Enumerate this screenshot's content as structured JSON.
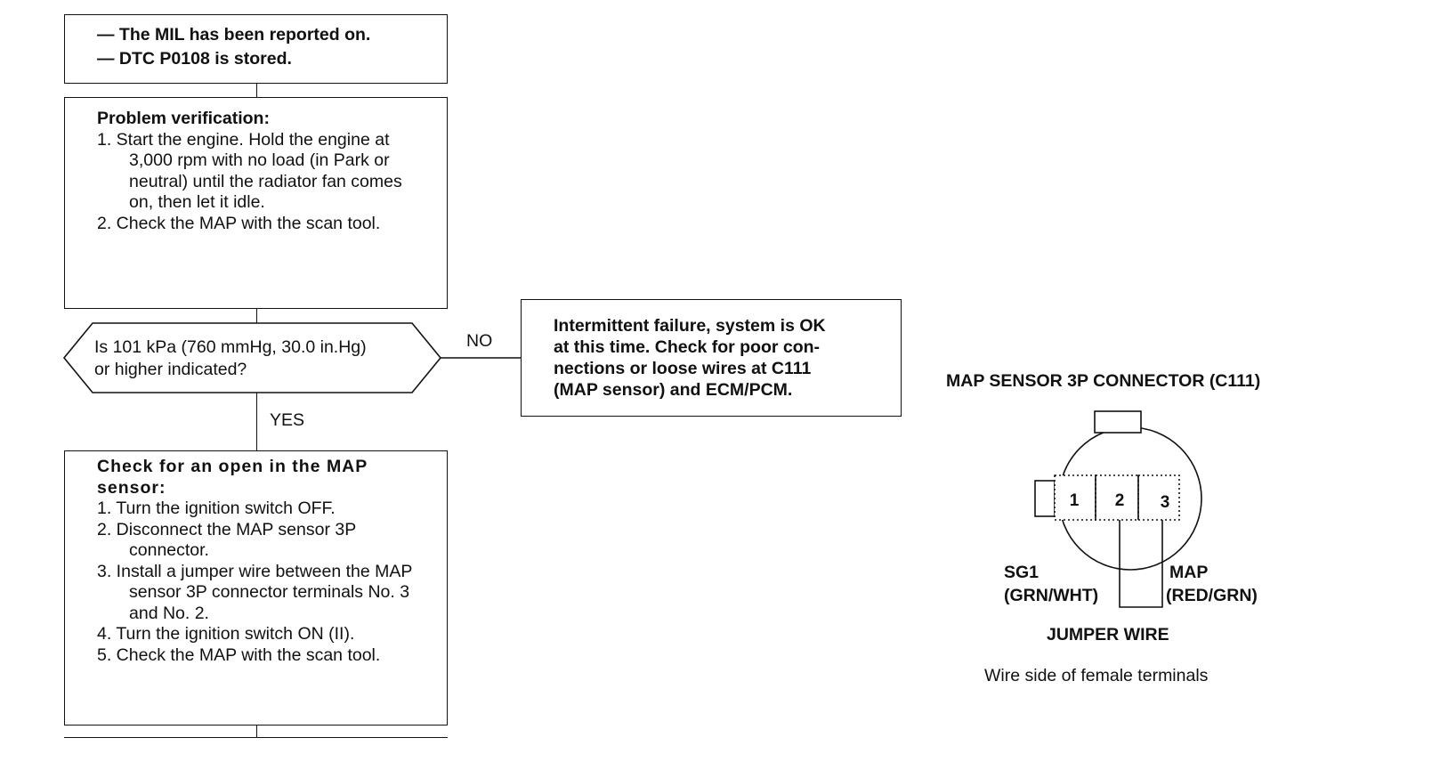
{
  "box1": {
    "lines": [
      "— The MIL has been reported on.",
      "— DTC P0108 is stored."
    ]
  },
  "box2": {
    "title": "Problem verification:",
    "steps": [
      "1. Start the engine. Hold the engine at 3,000 rpm with no load (in Park or neutral) until the radiator fan comes on, then let it idle.",
      "2. Check the MAP with the scan tool."
    ]
  },
  "decision": {
    "lines": [
      "Is 101 kPa (760 mmHg, 30.0 in.Hg)",
      "or higher indicated?"
    ],
    "no_label": "NO",
    "yes_label": "YES"
  },
  "no_box": {
    "lines": [
      "Intermittent failure, system is OK",
      "at this time. Check for poor con-",
      "nections or loose wires at C111",
      "(MAP sensor) and ECM/PCM."
    ]
  },
  "box3": {
    "title": "Check for an open in the MAP sensor:",
    "steps": [
      "1. Turn the ignition switch OFF.",
      "2. Disconnect the MAP sensor 3P connector.",
      "3. Install a jumper wire between the MAP sensor 3P connector terminals No. 3 and No. 2.",
      "4. Turn the ignition switch ON (II).",
      "5. Check the MAP with the scan tool."
    ]
  },
  "connector": {
    "title": "MAP SENSOR 3P CONNECTOR (C111)",
    "terminals": [
      "1",
      "2",
      "3"
    ],
    "left_label": "SG1",
    "left_wire": "(GRN/WHT)",
    "right_label": "MAP",
    "right_wire": "(RED/GRN)",
    "jumper_label": "JUMPER WIRE",
    "caption": "Wire side of female terminals"
  }
}
